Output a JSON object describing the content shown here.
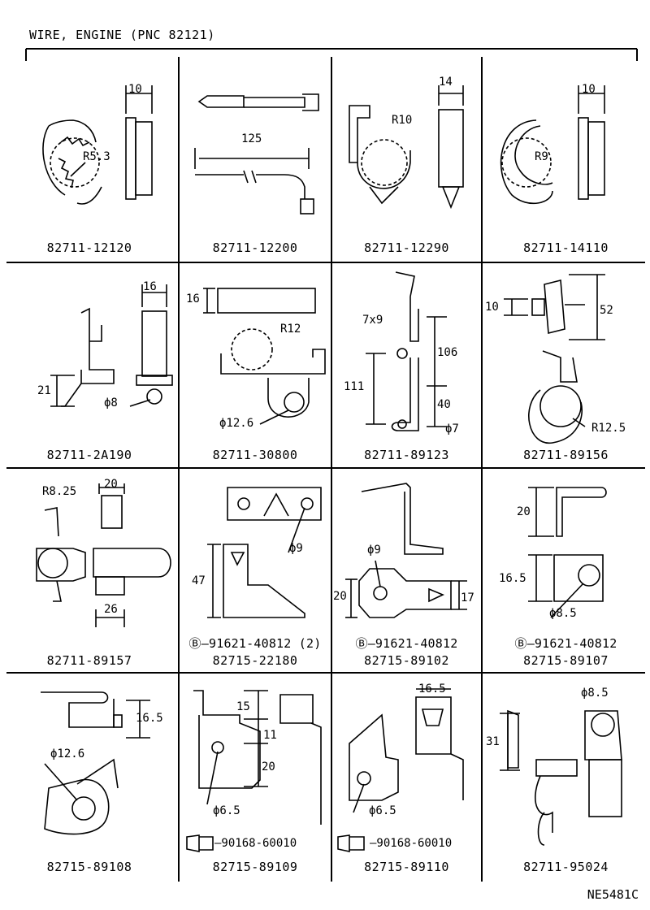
{
  "title": "WIRE, ENGINE (PNC 82121)",
  "footer_code": "NE5481C",
  "cells": [
    {
      "part": "82711-12120",
      "dims": [
        "10",
        "R5.3"
      ]
    },
    {
      "part": "82711-12200",
      "dims": [
        "125"
      ]
    },
    {
      "part": "82711-12290",
      "dims": [
        "14",
        "R10"
      ]
    },
    {
      "part": "82711-14110",
      "dims": [
        "10",
        "R9"
      ]
    },
    {
      "part": "82711-2A190",
      "dims": [
        "16",
        "21",
        "ϕ8"
      ]
    },
    {
      "part": "82711-30800",
      "dims": [
        "16",
        "R12",
        "ϕ12.6"
      ]
    },
    {
      "part": "82711-89123",
      "dims": [
        "7x9",
        "106",
        "111",
        "40",
        "ϕ7"
      ]
    },
    {
      "part": "82711-89156",
      "dims": [
        "10",
        "52",
        "R12.5"
      ]
    },
    {
      "part": "82711-89157",
      "dims": [
        "R8.25",
        "20",
        "26"
      ]
    },
    {
      "part": "82715-22180",
      "dims": [
        "ϕ9",
        "47"
      ],
      "extra": "Ⓑ—91621-40812 (2)"
    },
    {
      "part": "82715-89102",
      "dims": [
        "ϕ9",
        "20",
        "17"
      ],
      "extra": "Ⓑ—91621-40812"
    },
    {
      "part": "82715-89107",
      "dims": [
        "20",
        "16.5",
        "ϕ8.5"
      ],
      "extra": "Ⓑ—91621-40812"
    },
    {
      "part": "82715-89108",
      "dims": [
        "16.5",
        "ϕ12.6"
      ]
    },
    {
      "part": "82715-89109",
      "dims": [
        "15",
        "11",
        "20",
        "ϕ6.5"
      ],
      "fastener": "90168-60010"
    },
    {
      "part": "82715-89110",
      "dims": [
        "16.5",
        "ϕ6.5"
      ],
      "fastener": "90168-60010"
    },
    {
      "part": "82711-95024",
      "dims": [
        "ϕ8.5",
        "31"
      ]
    }
  ]
}
